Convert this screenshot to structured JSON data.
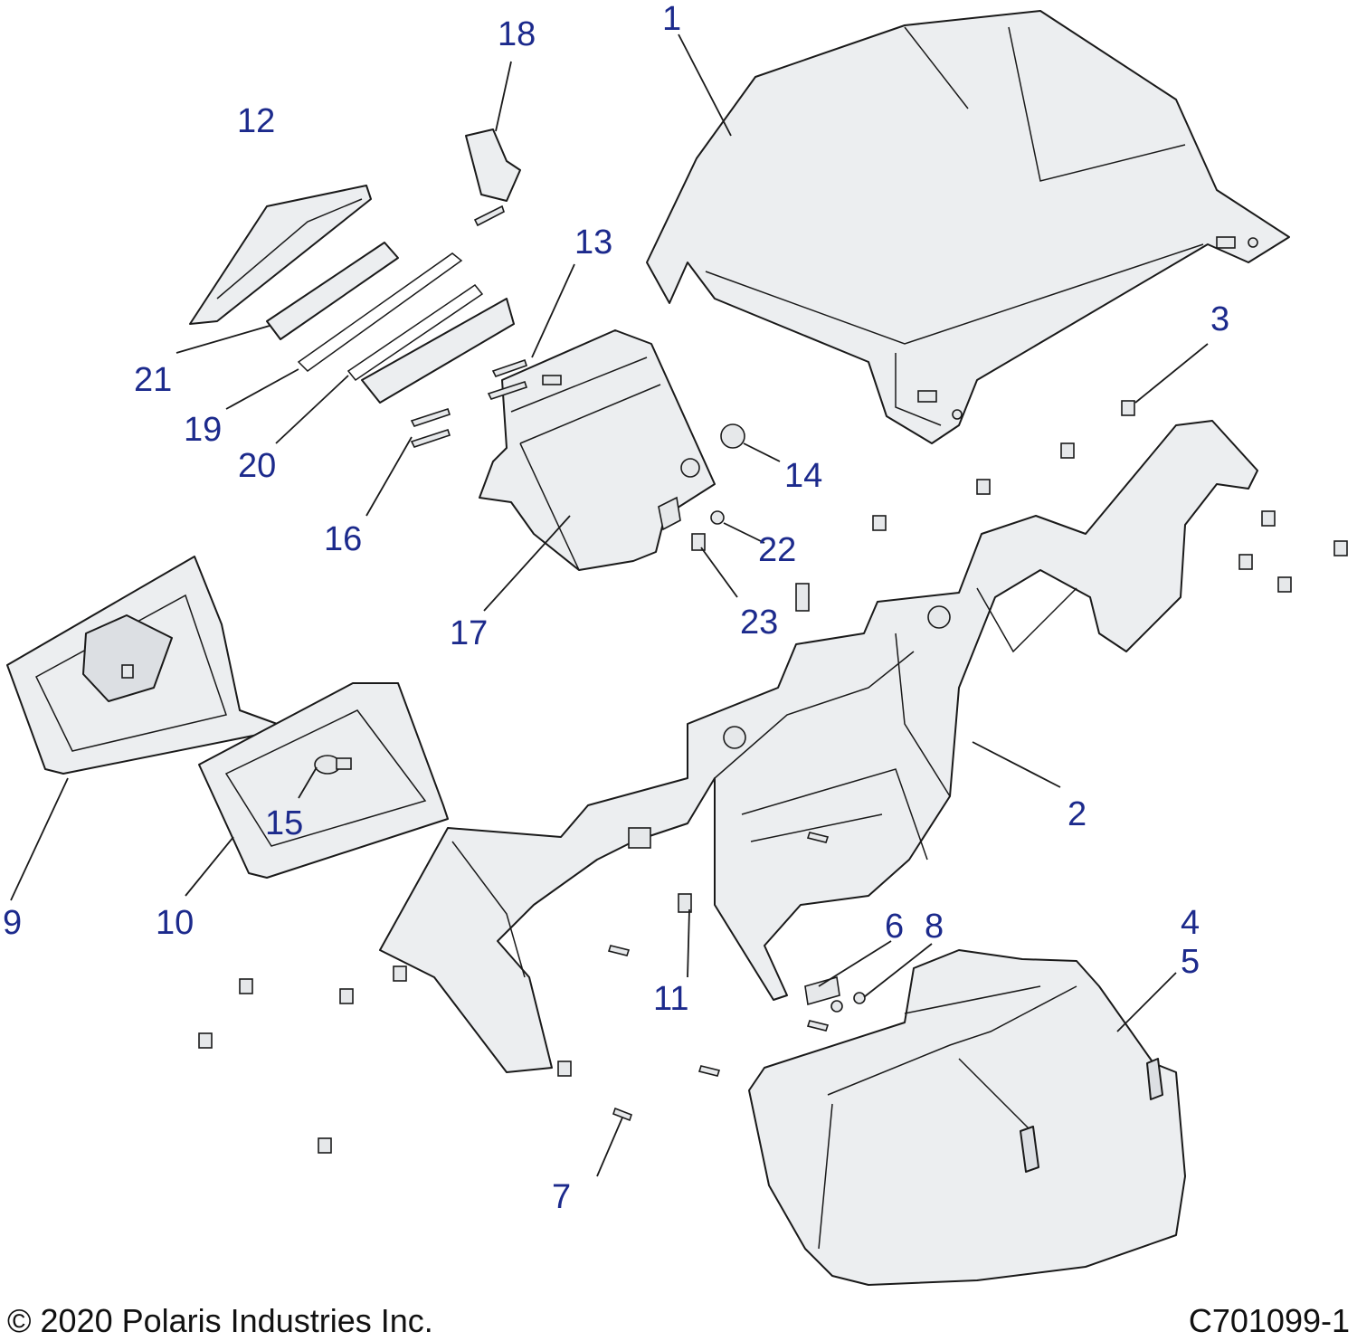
{
  "callouts": {
    "c1": "1",
    "c2": "2",
    "c3": "3",
    "c4": "4",
    "c5": "5",
    "c6": "6",
    "c7": "7",
    "c8": "8",
    "c9": "9",
    "c10": "10",
    "c11": "11",
    "c12": "12",
    "c13": "13",
    "c14": "14",
    "c15": "15",
    "c16": "16",
    "c17": "17",
    "c18": "18",
    "c19": "19",
    "c20": "20",
    "c21": "21",
    "c22": "22",
    "c23": "23"
  },
  "footer": {
    "copyright": "© 2020 Polaris Industries Inc.",
    "drawing_number": "C701099-1"
  },
  "colors": {
    "callout_text": "#1c2a8c",
    "line": "#1a1a1a",
    "part_fill": "#eceef0"
  }
}
